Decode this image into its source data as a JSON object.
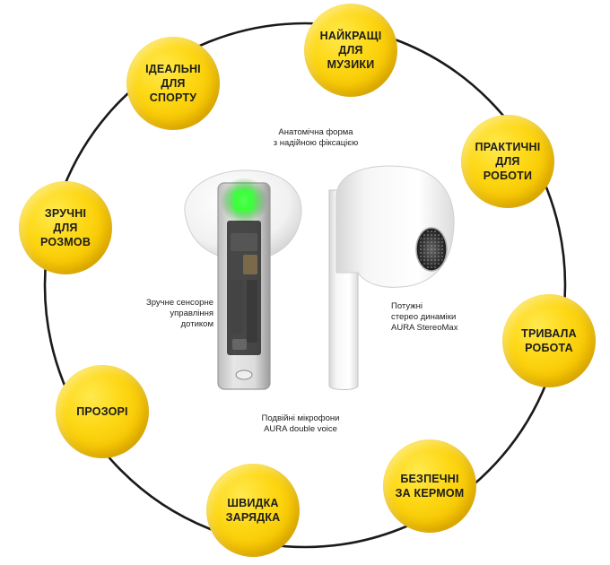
{
  "features": [
    {
      "id": "music",
      "label": "НАЙКРАЩІ\nДЛЯ\nМУЗИКИ"
    },
    {
      "id": "work",
      "label": "ПРАКТИЧНІ\nДЛЯ\nРОБОТИ"
    },
    {
      "id": "battery",
      "label": "ТРИВАЛА\nРОБОТА"
    },
    {
      "id": "driving",
      "label": "БЕЗПЕЧНІ\nЗА КЕРМОМ"
    },
    {
      "id": "charging",
      "label": "ШВИДКА\nЗАРЯДКА"
    },
    {
      "id": "transparent",
      "label": "ПРОЗОРІ"
    },
    {
      "id": "calls",
      "label": "ЗРУЧНІ\nДЛЯ\nРОЗМОВ"
    },
    {
      "id": "sport",
      "label": "ІДЕАЛЬНІ\nДЛЯ\nСПОРТУ"
    }
  ],
  "captions": {
    "shape": "Анатомічна форма\nз надійною фіксацією",
    "touch": "Зручне сенсорне\nуправління\nдотиком",
    "speakers": "Потужні\nстерео динаміки\nAURA StereoMax",
    "mics": "Подвійні мікрофони\nAURA double voice"
  },
  "colors": {
    "bubble": "#f6c500",
    "ring": "#1a1a1a",
    "led": "#3cff3c"
  },
  "icons": {
    "left_earbud": "transparent-earbud-icon",
    "right_earbud": "white-earbud-icon"
  }
}
